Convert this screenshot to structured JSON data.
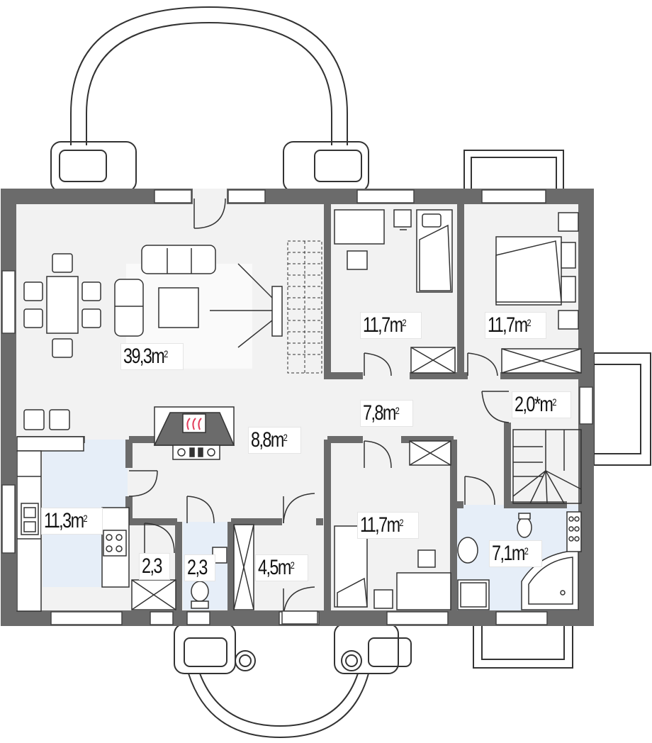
{
  "colors": {
    "wall": "#6b6b6b",
    "floor": "#f2f2f2",
    "wet_floor": "#e6eef8",
    "line": "#333333",
    "fireplace_accent": "#e23c5a"
  },
  "rooms": {
    "living": {
      "area": "39,3",
      "unit": "m",
      "exp": "2"
    },
    "bedroom_top_mid": {
      "area": "11,7",
      "unit": "m",
      "exp": "2"
    },
    "bedroom_top_right": {
      "area": "11,7",
      "unit": "m",
      "exp": "2"
    },
    "closet_right": {
      "area": "2,0*",
      "unit": "m",
      "exp": "2"
    },
    "corridor": {
      "area": "7,8",
      "unit": "m",
      "exp": "2"
    },
    "hall": {
      "area": "8,8",
      "unit": "m",
      "exp": "2"
    },
    "kitchen": {
      "area": "11,3",
      "unit": "m",
      "exp": "2"
    },
    "pantry": {
      "area": "2,3"
    },
    "wc": {
      "area": "2,3"
    },
    "vestibule": {
      "area": "4,5",
      "unit": "m",
      "exp": "2"
    },
    "bedroom_bottom": {
      "area": "11,7",
      "unit": "m",
      "exp": "2"
    },
    "bathroom": {
      "area": "7,1",
      "unit": "m",
      "exp": "2"
    }
  }
}
